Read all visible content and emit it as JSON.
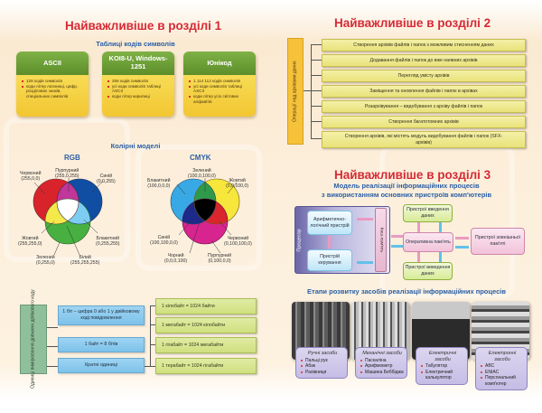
{
  "section1": {
    "title": "Найважливіше в розділі 1",
    "code_tables": {
      "title": "Таблиці кодів символів",
      "cards": [
        {
          "header": "ASCII",
          "items": [
            "128 кодів символів",
            "коди літер латиниці, цифр, розділових знаків, спеціальних символів"
          ]
        },
        {
          "header": "KOI8-U, Windows-1251",
          "items": [
            "256 кодів символів",
            "усі коди символів таблиці ASCII",
            "коди літер кирилиці"
          ]
        },
        {
          "header": "Юнікод",
          "items": [
            "1 114 112 кодів символів",
            "усі коди символів таблиці ASCII",
            "коди літер усіх світових алфавітів"
          ]
        }
      ]
    },
    "color_models": {
      "title": "Колірні моделі",
      "rgb": {
        "title": "RGB",
        "labels": {
          "red": [
            "Червоний",
            "(255,0,0)"
          ],
          "magenta": [
            "Пурпурний",
            "(255,0,255)"
          ],
          "blue": [
            "Синій",
            "(0,0,255)"
          ],
          "yellow": [
            "Жовтий",
            "(255,255,0)"
          ],
          "cyan": [
            "Блакитний",
            "(0,255,255)"
          ],
          "green": [
            "Зелений",
            "(0,255,0)"
          ],
          "white": [
            "Білий",
            "(255,255,255)"
          ]
        },
        "colors": {
          "red": "#d9232b",
          "green": "#47b040",
          "blue": "#0f4ea3",
          "yellow": "#f4e84a",
          "magenta": "#c1369b",
          "cyan": "#7ccdf1",
          "white": "#ffffff"
        }
      },
      "cmyk": {
        "title": "CMYK",
        "labels": {
          "cyan": [
            "Блакитний",
            "(100,0,0,0)"
          ],
          "green": [
            "Зелений",
            "(100,0,100,0)"
          ],
          "yellow": [
            "Жовтий",
            "(0,0,100,0)"
          ],
          "blue": [
            "Синій",
            "(100,100,0,0)"
          ],
          "red": [
            "Червоний",
            "(0,100,100,0)"
          ],
          "black": [
            "Чорний",
            "(0,0,0,100)"
          ],
          "magenta": [
            "Пурпурний",
            "(0,100,0,0)"
          ]
        },
        "colors": {
          "cyan": "#38a9e4",
          "yellow": "#f7e63b",
          "magenta": "#d8248f",
          "green": "#2e9a4a",
          "red": "#d8262c",
          "blue": "#1d2a8a",
          "black": "#000000"
        }
      }
    },
    "units": {
      "label": "Одиниці вимірювання довжини двійкового коду",
      "boxes": [
        "1 біт – цифра 0 або 1 у двійковому коді повідомлення",
        "1 байт = 8 бітів",
        "Кратні одиниці"
      ],
      "multiples": [
        "1 кілобайт = 1024 байти",
        "1 мегабайт = 1024 кілобайти",
        "1 гігабайт = 1024 мегабайти",
        "1 терабайт = 1024 гігабайти"
      ]
    }
  },
  "section2": {
    "title": "Найважливіше в розділі 2",
    "label": "Операції над архівами даних",
    "operations": [
      "Створення архівів файлів і папок з можливим стисненням даних",
      "Додавання файлів і папок до вже наявних архівів",
      "Перегляд умісту архівів",
      "Заміщення та оновлення файлів і папок в архівах",
      "Розархівування – видобування з архіву файлів і папок",
      "Створення багатотомних архівів",
      "Створення архівів, які містять модуль видобування файлів і папок (SFX-архівів)"
    ]
  },
  "section3": {
    "title": "Найважливіше в розділі 3",
    "model_title_line1": "Модель реалізації інформаційних процесів",
    "model_title_line2": "з використанням основних пристроїв комп'ютерів",
    "model": {
      "processor": "Процесор",
      "alu": "Арифметично-логічний пристрій",
      "control": "Пристрій керування",
      "cache": "Кеш-пам'ять",
      "ram": "Оперативна пам'ять",
      "input": "Пристрої введення даних",
      "output": "Пристрої виведення даних",
      "external": "Пристрої зовнішньої пам'яті"
    },
    "stages_title": "Етапи розвитку засобів реалізації інформаційних процесів",
    "stages": [
      {
        "title": "Ручні засоби",
        "items": [
          "Пальці рук",
          "Абак",
          "Рахівниця"
        ]
      },
      {
        "title": "Механічні засоби",
        "items": [
          "Паскаліна",
          "Арифмометр",
          "Машина Беббіджа"
        ]
      },
      {
        "title": "Електричні засоби",
        "items": [
          "Табулятор",
          "Електричний калькулятор"
        ]
      },
      {
        "title": "Електронні засоби",
        "items": [
          "ABC",
          "ENIAC",
          "Персональний комп'ютер"
        ]
      }
    ]
  },
  "colors": {
    "title_red": "#d62a36",
    "subtitle_blue": "#2a5fa6",
    "card_green": "#6a9c35",
    "card_yellow": "#f3cb38"
  }
}
